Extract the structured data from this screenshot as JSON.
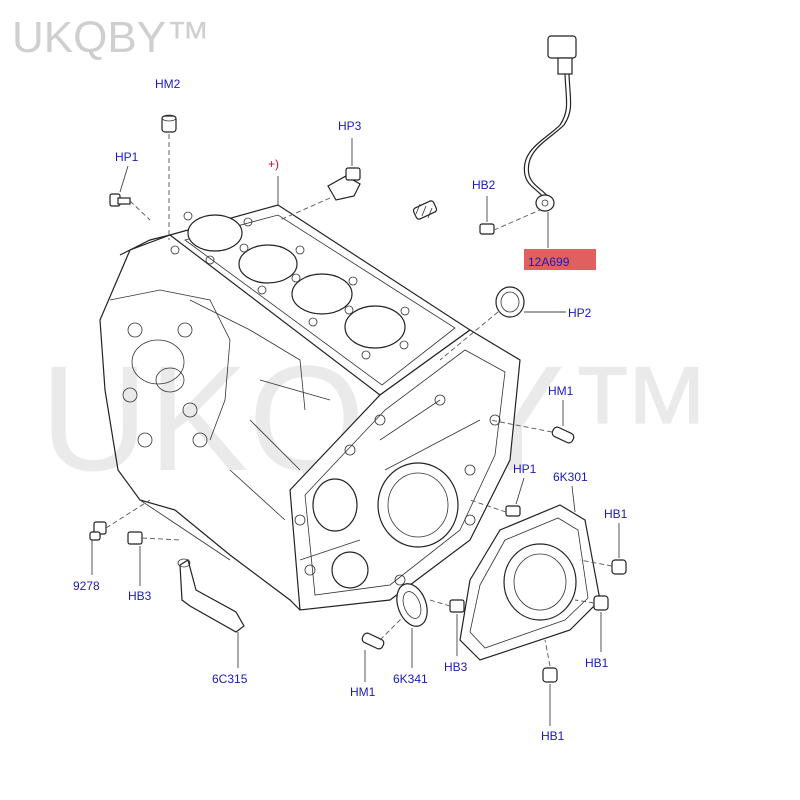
{
  "watermark": {
    "corner": "UKQBY™",
    "center": "UKQBY™"
  },
  "marker": "+)",
  "parts": {
    "HM2": "HM2",
    "HP3": "HP3",
    "HP1_top": "HP1",
    "HB2": "HB2",
    "part_12A699": "12A699",
    "HP2": "HP2",
    "HM1_right": "HM1",
    "HP1_right": "HP1",
    "part_6K301": "6K301",
    "HB1_a": "HB1",
    "HB1_b": "HB1",
    "HB1_c": "HB1",
    "part_9278": "9278",
    "HB3_left": "HB3",
    "part_6C315": "6C315",
    "HM1_bottom": "HM1",
    "part_6K341": "6K341",
    "HB3_bottom": "HB3"
  },
  "highlight_color": "#e06060",
  "label_color": "#1a1ab8"
}
